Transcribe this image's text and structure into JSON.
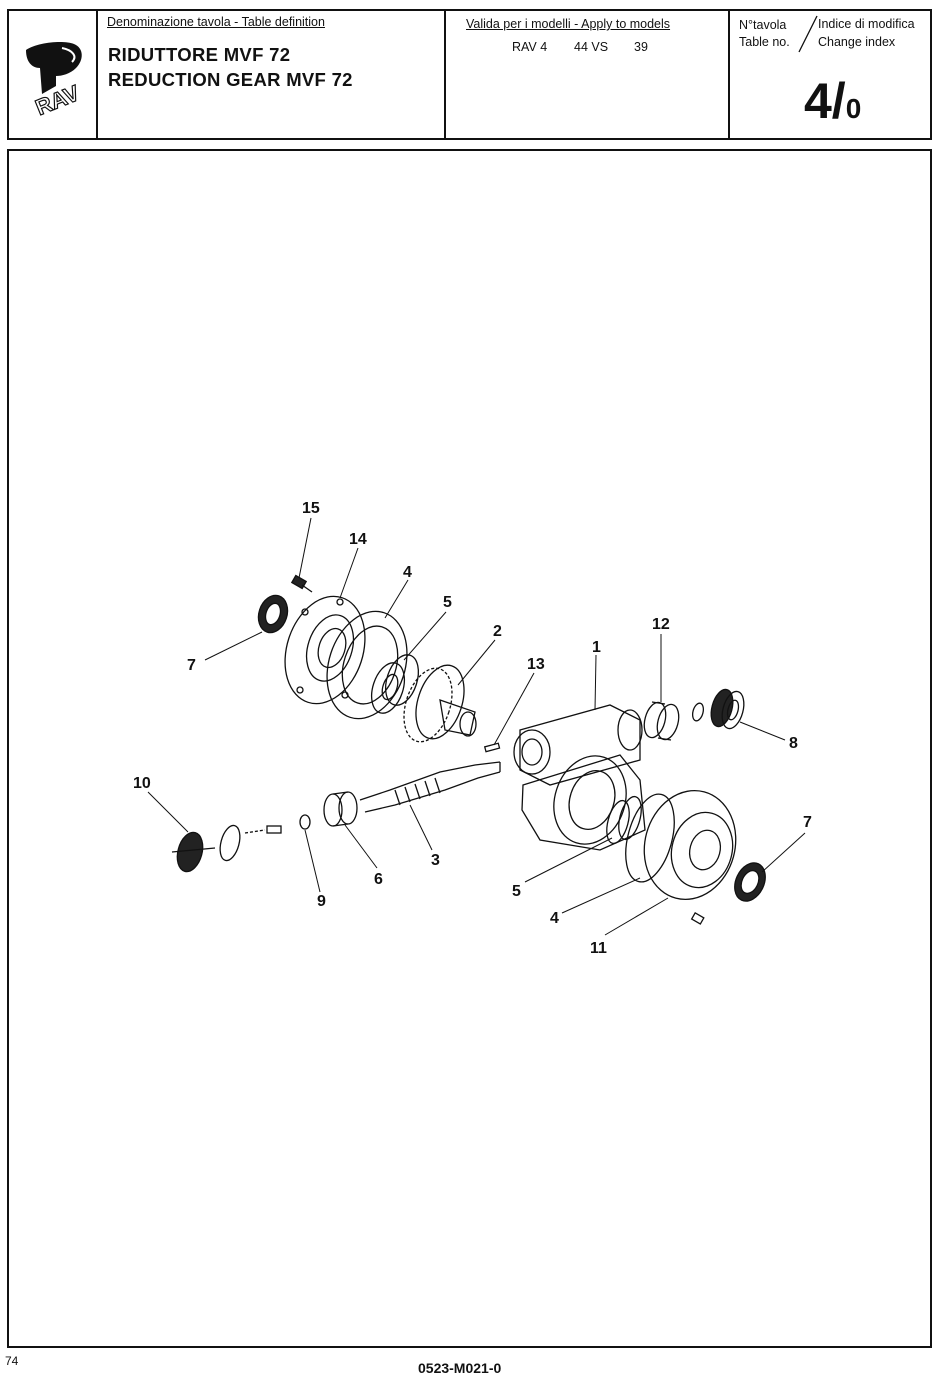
{
  "header": {
    "logo_text": "RAV",
    "definition_label": "Denominazione tavola - Table definition",
    "title_it": "RIDUTTORE MVF 72",
    "title_en": "REDUCTION GEAR MVF 72",
    "models_label": "Valida per i modelli - Apply to models",
    "models": [
      "RAV 4",
      "44 VS",
      "39"
    ],
    "table_no_it": "N°tavola",
    "table_no_en": "Table no.",
    "change_index_it": "Indice di modifica",
    "change_index_en": "Change index",
    "table_number": "4/",
    "change_number": "0"
  },
  "diagram": {
    "callouts": [
      "15",
      "14",
      "4",
      "5",
      "2",
      "12",
      "1",
      "13",
      "7",
      "8",
      "10",
      "3",
      "6",
      "9",
      "7",
      "5",
      "4",
      "11"
    ]
  },
  "footer": {
    "page_number": "74",
    "drawing_code": "0523-M021-0"
  }
}
